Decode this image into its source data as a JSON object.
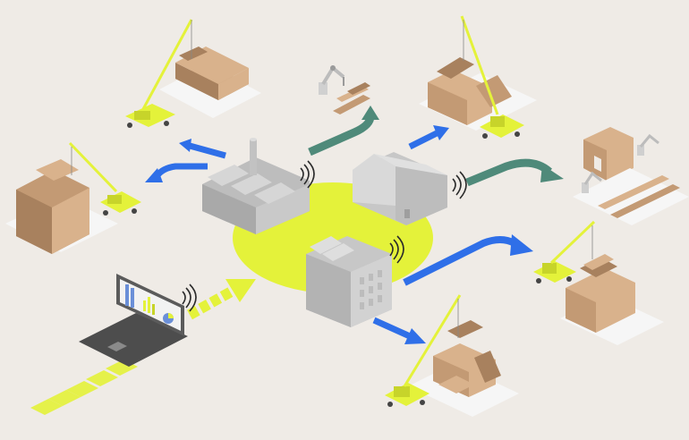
{
  "colors": {
    "background": "#efebe6",
    "accent_yellow": "#e4f23a",
    "yellow_dark": "#c7d42a",
    "blue_arrow": "#2f6fe8",
    "teal_arrow": "#4f8a7a",
    "building_light": "#d2d2d2",
    "building_mid": "#bdbdbd",
    "building_dark": "#a9a9a9",
    "timber_light": "#d9b28c",
    "timber_mid": "#c39a74",
    "timber_dark": "#a8815e",
    "ground": "#f6f6f6",
    "laptop": "#5b5b5b",
    "signal": "#2b2b2b"
  },
  "scene": {
    "hub": "yellow-zone",
    "factories": [
      "factory-with-chimney",
      "warehouse-gable",
      "production-block"
    ],
    "inputs": [
      "laptop-dashboard"
    ],
    "outputs": [
      "crane-assembly-top-left",
      "crane-assembly-left",
      "robot-arm-top",
      "crane-assembly-top-right",
      "panel-robots-right",
      "crane-assembly-right",
      "crane-assembly-bottom"
    ],
    "icons": [
      "wifi-signal-icon",
      "chart-icon",
      "crane-icon",
      "robot-arm-icon"
    ]
  }
}
